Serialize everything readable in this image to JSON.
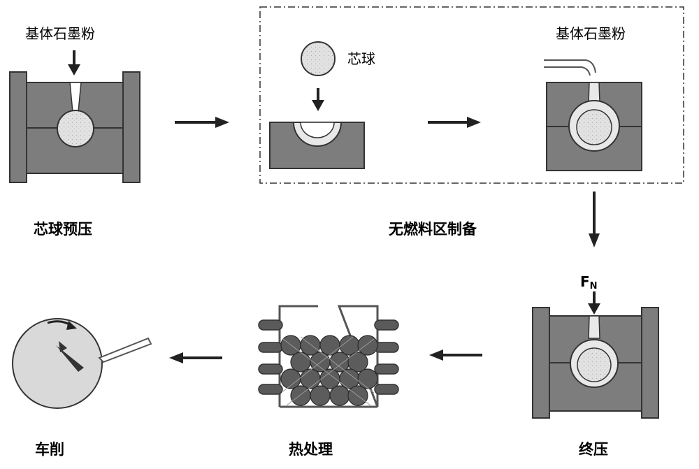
{
  "labels": {
    "powder_top_left": "基体石墨粉",
    "core_ball": "芯球",
    "powder_top_right": "基体石墨粉",
    "force_F": "F",
    "force_N": "N"
  },
  "steps": {
    "prepress": "芯球预压",
    "fuel_free_zone": "无燃料区制备",
    "final_press": "终压",
    "heat_treatment": "热处理",
    "turning": "车削"
  },
  "colors": {
    "die_gray": "#7d7d7d",
    "die_dark": "#4a4a4a",
    "ball_fill": "#dcdcdc",
    "shell_fill": "#e8e8e8",
    "sphere_dark": "#555555"
  }
}
